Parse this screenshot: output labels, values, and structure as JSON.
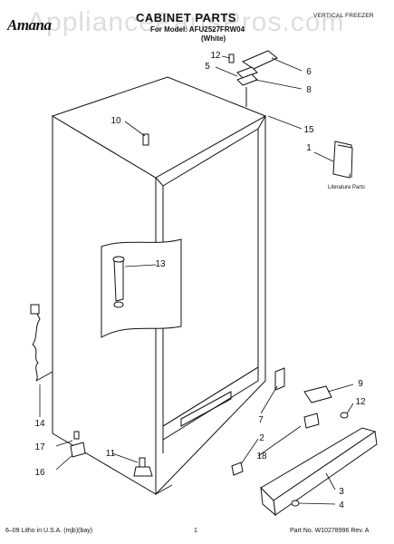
{
  "header": {
    "brand": "Amana",
    "title": "CABINET PARTS",
    "model_line": "For Model: AFU2527FRW04",
    "color": "(White)",
    "product_type": "VERTICAL FREEZER"
  },
  "watermark": "AppliancePartsPros.com",
  "literature_label": "Literature Parts",
  "callouts": [
    "12",
    "5",
    "6",
    "8",
    "10",
    "15",
    "1",
    "13",
    "9",
    "12",
    "7",
    "2",
    "18",
    "3",
    "4",
    "14",
    "17",
    "11",
    "16"
  ],
  "footer": {
    "litho": "6–09 Litho in U.S.A. (mjb)(bay)",
    "page": "1",
    "part_no": "Part No. W10278996 Rev. A"
  }
}
